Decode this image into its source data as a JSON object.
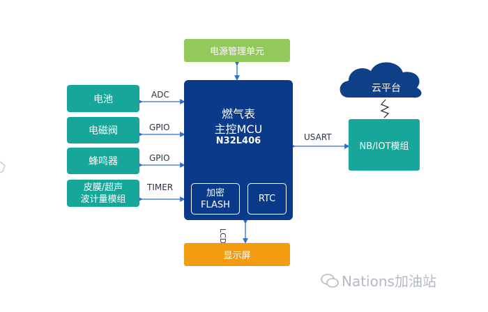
{
  "colors": {
    "navy": "#0b3a8a",
    "teal": "#16a79a",
    "green": "#93c85a",
    "orange": "#f39c12",
    "cloud": "#0f3f86",
    "arrow": "#2c6fd0"
  },
  "power": "电源管理单元",
  "display": "显示屏",
  "mcu": {
    "line1": "燃气表",
    "line2": "主控MCU",
    "model": "N32L406",
    "flash": "加密\nFLASH",
    "rtc": "RTC"
  },
  "peripherals": [
    {
      "label": "电池",
      "bus": "ADC"
    },
    {
      "label": "电磁阀",
      "bus": "GPIO"
    },
    {
      "label": "蜂鸣器",
      "bus": "GPIO"
    },
    {
      "label": "皮膜/超声\n波计量模组",
      "bus": "TIMER"
    }
  ],
  "lcd_label": "LCD",
  "usart_label": "USART",
  "module": "NB/IOT模组",
  "cloud": "云平台",
  "watermark": "Nations加油站",
  "watermark_icon": "wechat-icon"
}
